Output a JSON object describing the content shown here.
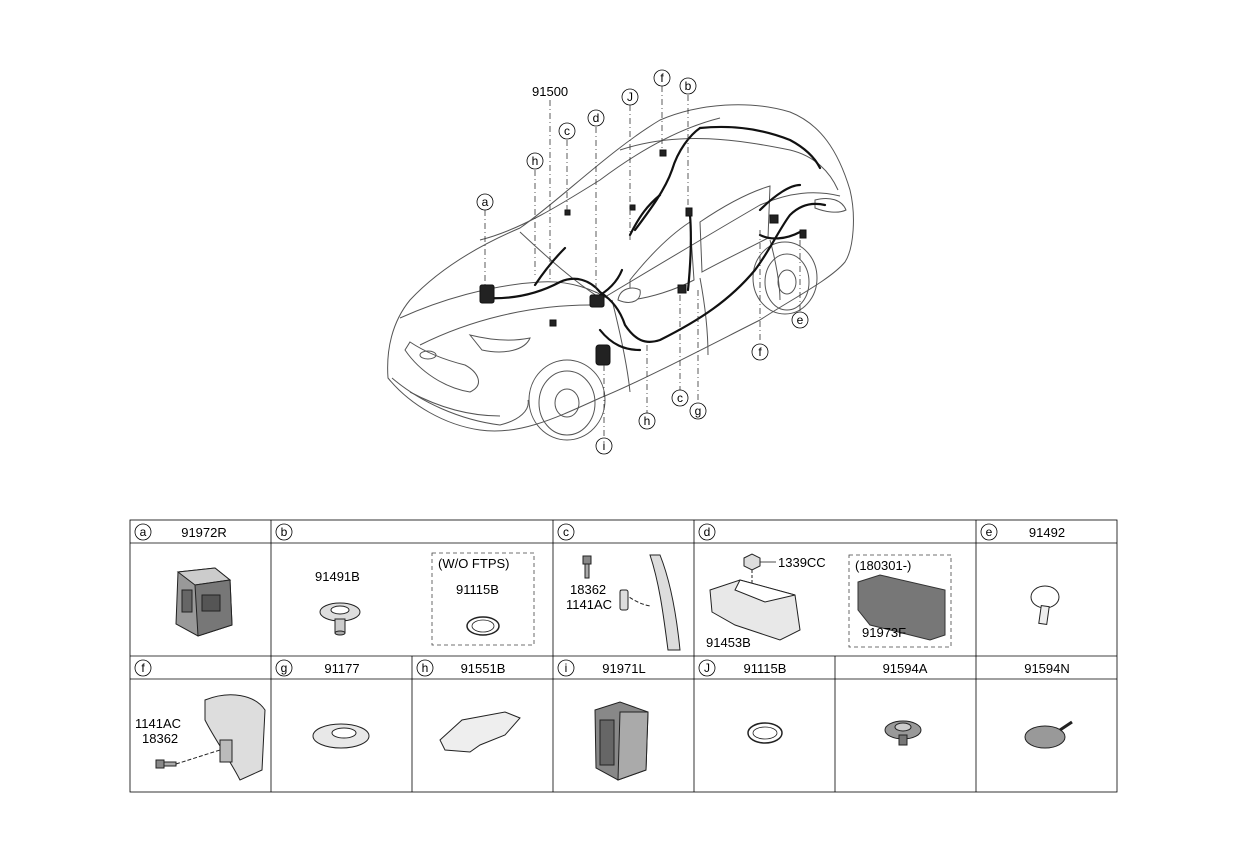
{
  "main_part_number": "91500",
  "callouts": [
    "a",
    "b",
    "c",
    "d",
    "e",
    "f",
    "h",
    "i",
    "J",
    "g"
  ],
  "table": {
    "row1": [
      {
        "letter": "a",
        "part": "91972R"
      },
      {
        "letter": "b",
        "part": ""
      },
      {
        "letter": "c",
        "part": ""
      },
      {
        "letter": "d",
        "part": ""
      },
      {
        "letter": "e",
        "part": "91492"
      }
    ],
    "row2": [
      {
        "letter": "f",
        "part": ""
      },
      {
        "letter": "g",
        "part": "91177"
      },
      {
        "letter": "h",
        "part": "91551B"
      },
      {
        "letter": "i",
        "part": "91971L"
      },
      {
        "letter": "J",
        "part": "91115B"
      },
      {
        "letter": "",
        "part": "91594A"
      },
      {
        "letter": "",
        "part": "91594N"
      }
    ]
  },
  "cell_b": {
    "part_left": "91491B",
    "note": "(W/O FTPS)",
    "part_right": "91115B"
  },
  "cell_c": {
    "part_1": "18362",
    "part_2": "1141AC"
  },
  "cell_d": {
    "part_nut": "1339CC",
    "part_bracket": "91453B",
    "note": "(180301-)",
    "part_cover": "91973F"
  },
  "cell_f": {
    "part_1": "1141AC",
    "part_2": "18362"
  }
}
